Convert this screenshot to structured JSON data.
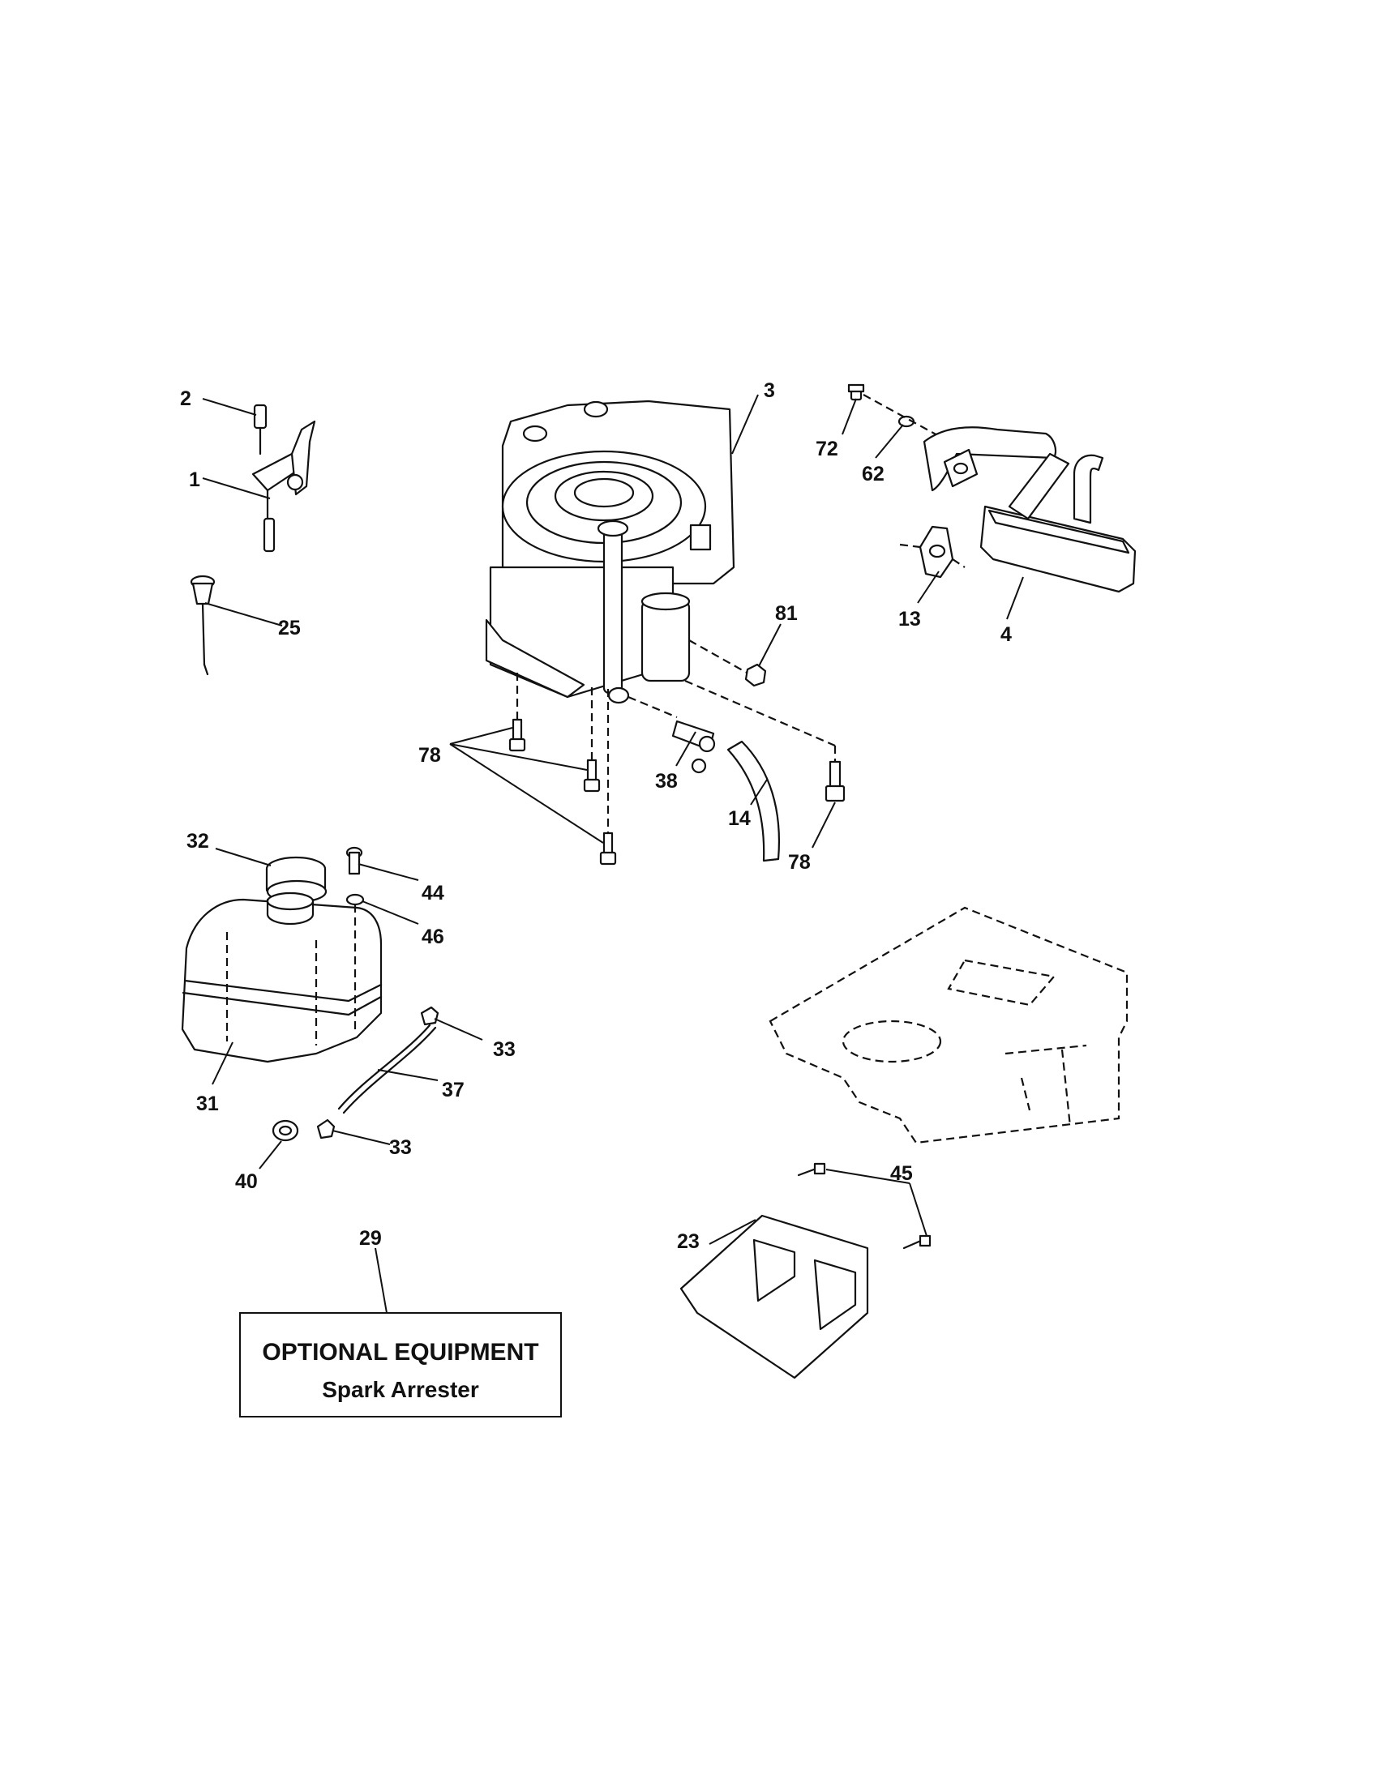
{
  "callouts": {
    "c1": "1",
    "c2": "2",
    "c3": "3",
    "c4": "4",
    "c13": "13",
    "c14": "14",
    "c23": "23",
    "c25": "25",
    "c29": "29",
    "c31": "31",
    "c32": "32",
    "c33a": "33",
    "c33b": "33",
    "c37": "37",
    "c38": "38",
    "c40": "40",
    "c44": "44",
    "c45": "45",
    "c46": "46",
    "c62": "62",
    "c72": "72",
    "c78a": "78",
    "c78b": "78",
    "c81": "81"
  },
  "optional_box": {
    "title": "OPTIONAL EQUIPMENT",
    "subtitle": "Spark Arrester"
  }
}
